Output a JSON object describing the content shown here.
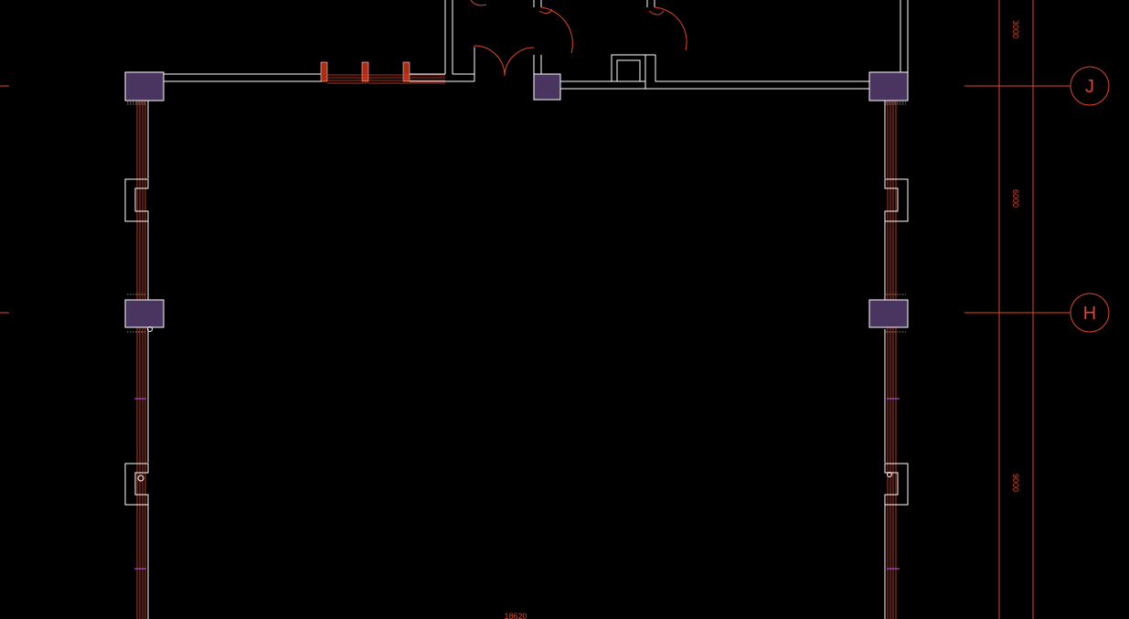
{
  "drawing": {
    "colors": {
      "background": "#000000",
      "wall": "#ffffff",
      "red_line": "#e0452a",
      "column_fill": "#4a3560",
      "magenta": "#b04ad8",
      "window_red": "#b22a10"
    },
    "axis_labels": [
      {
        "id": "axis-J",
        "text": "J"
      },
      {
        "id": "axis-H",
        "text": "H"
      }
    ],
    "dimensions": {
      "right_top": "3000",
      "right_middle": "6000",
      "right_bottom": "9000",
      "bottom_width": "18620"
    }
  }
}
